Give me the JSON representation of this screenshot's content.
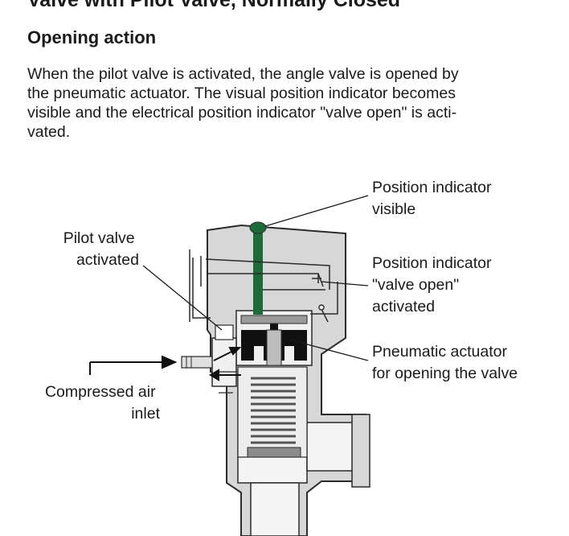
{
  "page": {
    "title": "Valve with Pilot Valve, Normally Closed",
    "section_title": "Opening action",
    "paragraph_lines": [
      "When the pilot valve is activated, the angle valve is opened by",
      "the pneumatic actuator. The visual position indicator becomes",
      "visible and the electrical position indicator \"valve open\" is acti-",
      "vated."
    ]
  },
  "diagram": {
    "labels": {
      "position_indicator_visible": [
        "Position indicator",
        "visible"
      ],
      "pilot_valve_activated": [
        "Pilot valve",
        "activated"
      ],
      "position_indicator_valve_open": [
        "Position indicator",
        "\"valve open\"",
        "activated"
      ],
      "pneumatic_actuator": [
        "Pneumatic actuator",
        "for opening the valve"
      ],
      "compressed_air_inlet": [
        "Compressed air",
        "inlet"
      ]
    },
    "colors": {
      "body_fill": "#d7d7d7",
      "outline": "#2a2a2a",
      "indicator_green": "#1e6b3a",
      "actuator_black": "#111111",
      "bellows_gray": "#8c8c8c"
    }
  }
}
